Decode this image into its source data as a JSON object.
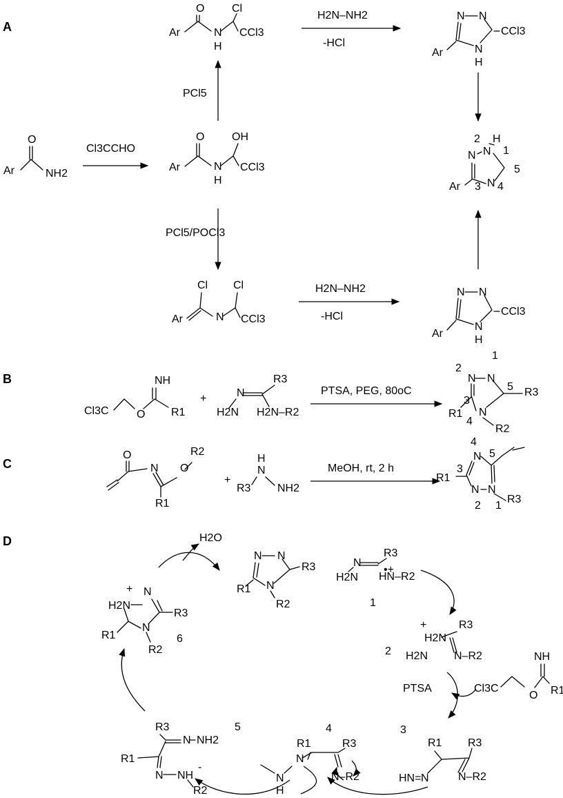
{
  "panels": {
    "A": "A",
    "B": "B",
    "C": "C",
    "D": "D"
  },
  "atoms": {
    "Ar": "Ar",
    "O": "O",
    "N": "N",
    "H": "H",
    "NH": "NH",
    "NH2": "NH2",
    "H2N": "H2N",
    "HN": "HN",
    "Cl": "Cl",
    "CCl3": "CCl3",
    "Cl3C": "Cl3C",
    "OH": "OH",
    "H2N_plus": "H2N",
    "HN_eq": "HN=",
    "N_eq": "N",
    "R1": "R1",
    "R2": "R2",
    "R3": "R3",
    "H2O": "H2O",
    "dash_R2": "N–R2",
    "H2N_R2": "H2N–R2",
    "HN_R2": "HN–R2",
    "NH_minus": "NH"
  },
  "labels": {
    "pcl5": "PCl5",
    "cl3ccho": "Cl3CCHO",
    "pcl5_pocl3": "PCl5/POCl3",
    "hydrazine": "H2N–NH2",
    "minus_hcl": "-HCl",
    "ptsa_peg": "PTSA, PEG, 80oC",
    "meoh": "MeOH, rt, 2 h",
    "ptsa": "PTSA",
    "plus": "+"
  },
  "numbers": {
    "n1": "1",
    "n2": "2",
    "n3": "3",
    "n4": "4",
    "n5": "5",
    "n6": "6"
  }
}
